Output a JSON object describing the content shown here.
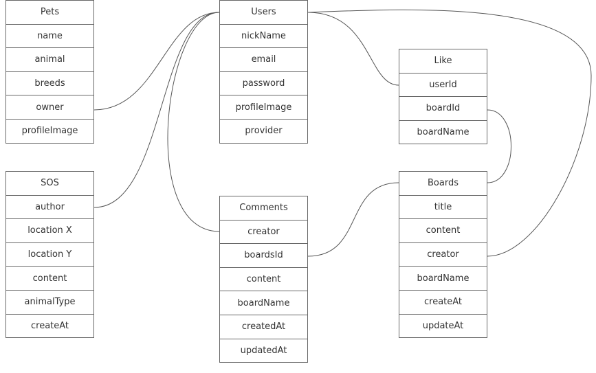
{
  "entities": {
    "pets": {
      "title": "Pets",
      "fields": [
        "name",
        "animal",
        "breeds",
        "owner",
        "profileImage"
      ]
    },
    "users": {
      "title": "Users",
      "fields": [
        "nickName",
        "email",
        "password",
        "profileImage",
        "provider"
      ]
    },
    "like": {
      "title": "Like",
      "fields": [
        "userId",
        "boardId",
        "boardName"
      ]
    },
    "sos": {
      "title": "SOS",
      "fields": [
        "author",
        "location X",
        "location Y",
        "content",
        "animalType",
        "createAt"
      ]
    },
    "comments": {
      "title": "Comments",
      "fields": [
        "creator",
        "boardsId",
        "content",
        "boardName",
        "createdAt",
        "updatedAt"
      ]
    },
    "boards": {
      "title": "Boards",
      "fields": [
        "title",
        "content",
        "creator",
        "boardName",
        "createAt",
        "updateAt"
      ]
    }
  },
  "colors": {
    "border": "#666666",
    "line": "#555555",
    "text": "#333333"
  }
}
